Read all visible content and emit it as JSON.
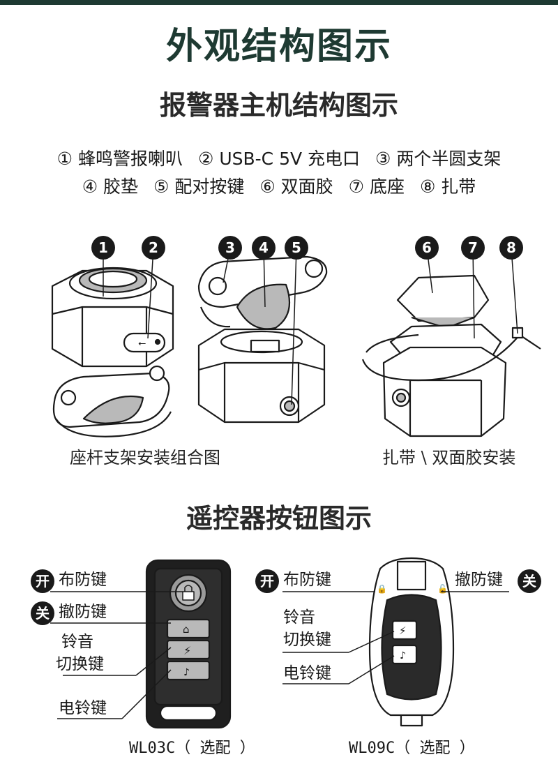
{
  "title": "外观结构图示",
  "subtitle_host": "报警器主机结构图示",
  "legend": {
    "line1": [
      "① 蜂鸣警报喇叭",
      "② USB-C 5V 充电口",
      "③ 两个半圆支架"
    ],
    "line2": [
      "④ 胶垫",
      "⑤ 配对按键",
      "⑥ 双面胶",
      "⑦ 底座",
      "⑧ 扎带"
    ]
  },
  "markers": [
    "1",
    "2",
    "3",
    "4",
    "5",
    "6",
    "7",
    "8"
  ],
  "captions": {
    "left": "座杆支架安装组合图",
    "right": "扎带 \\ 双面胶安装"
  },
  "subtitle_remote": "遥控器按钮图示",
  "remote_wl03c": {
    "badge_on": "开",
    "badge_off": "关",
    "arm_label": "布防键",
    "disarm_label": "撤防键",
    "ringtone_label_1": "铃音",
    "ringtone_label_2": "切换键",
    "bell_label": "电铃键",
    "model": "WL03C（ 选配 ）"
  },
  "remote_wl09c": {
    "badge_on": "开",
    "badge_off": "关",
    "arm_label": "布防键",
    "disarm_label": "撤防键",
    "ringtone_label_1": "铃音",
    "ringtone_label_2": "切换键",
    "bell_label": "电铃键",
    "model": "WL09C（ 选配 ）"
  },
  "colors": {
    "accent": "#1e3a32",
    "dark": "#1a1a1a",
    "rubber": "#b9b9b9"
  }
}
